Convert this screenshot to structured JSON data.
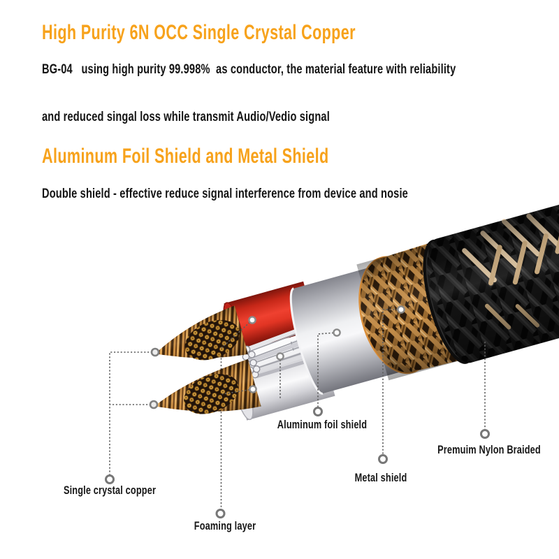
{
  "page": {
    "background": "#ffffff"
  },
  "sections": {
    "section1": {
      "heading": "High Purity 6N OCC Single Crystal Copper",
      "body_line1": "BG-04   using high purity 99.998%  as conductor, the material feature with reliability",
      "body_line2": "and reduced singal loss while transmit Audio/Vedio signal"
    },
    "section2": {
      "heading": "Aluminum Foil Shield and Metal Shield",
      "body": "Double shield - effective reduce signal interference from device and nosie"
    }
  },
  "diagram": {
    "product_code": "BG-04",
    "labels": [
      {
        "id": "single-crystal-copper",
        "text": "Single crystal copper"
      },
      {
        "id": "foaming-layer",
        "text": "Foaming layer"
      },
      {
        "id": "aluminum-foil-shield",
        "text": "Aluminum foil shield"
      },
      {
        "id": "metal-shield",
        "text": "Metal shield"
      },
      {
        "id": "premium-nylon-braided",
        "text": "Premuim Nylon Braided"
      }
    ]
  },
  "colors": {
    "accent_orange": "#f7a21b",
    "text_black": "#141414",
    "callout_line_gray": "#5f5f5f",
    "red_jacket": "#e03325",
    "foil_silver": "#eff0f2",
    "copper_braid": "#c68f4a",
    "nylon_black": "#121212",
    "braid_tan": "#e3c9a4"
  }
}
